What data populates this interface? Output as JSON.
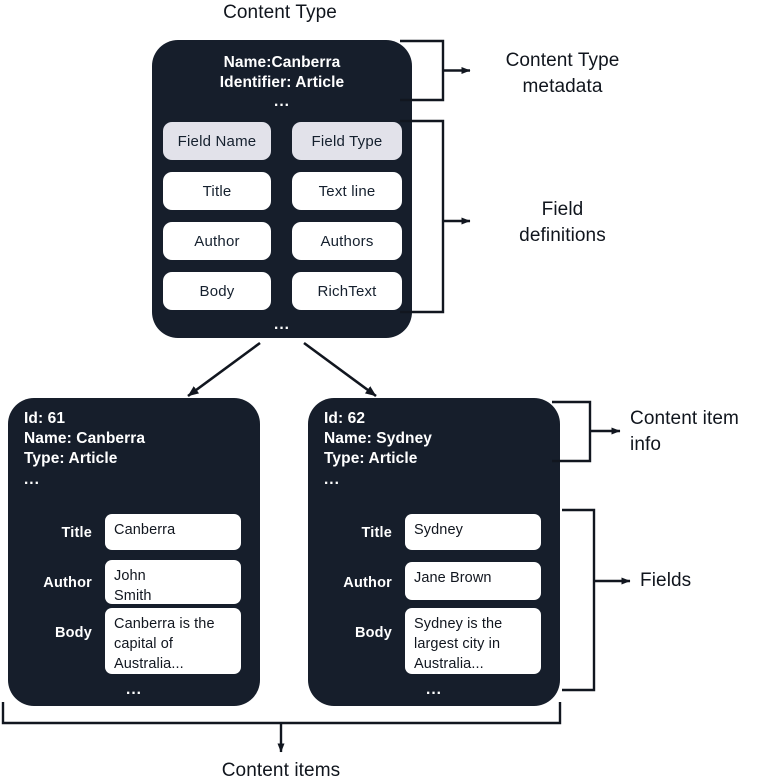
{
  "diagram": {
    "title": "Content Type",
    "bottom_caption": "Content items"
  },
  "content_type": {
    "meta_lines": "Name:Canberra\nIdentifier: Article",
    "meta_ellipsis": "...",
    "bottom_ellipsis": "...",
    "table": {
      "headers": [
        "Field Name",
        "Field Type"
      ],
      "rows": [
        [
          "Title",
          "Text line"
        ],
        [
          "Author",
          "Authors"
        ],
        [
          "Body",
          "RichText"
        ]
      ]
    }
  },
  "annotations": {
    "content_type_metadata": "Content Type\nmetadata",
    "field_definitions": "Field\ndefinitions",
    "content_item_info": "Content item\ninfo",
    "fields": "Fields"
  },
  "content_items": [
    {
      "info": "Id: 61\nName: Canberra\nType: Article",
      "info_ellipsis": "...",
      "bottom_ellipsis": "...",
      "fields": [
        {
          "label": "Title",
          "value": "Canberra"
        },
        {
          "label": "Author",
          "value": "John\nSmith"
        },
        {
          "label": "Body",
          "value": "Canberra is the\ncapital of\nAustralia..."
        }
      ]
    },
    {
      "info": "Id: 62\nName: Sydney\nType: Article",
      "info_ellipsis": "...",
      "bottom_ellipsis": "...",
      "fields": [
        {
          "label": "Title",
          "value": "Sydney"
        },
        {
          "label": "Author",
          "value": "Jane Brown"
        },
        {
          "label": "Body",
          "value": "Sydney is the\nlargest city in\nAustralia..."
        }
      ]
    }
  ],
  "colors": {
    "card_background": "#161e2b",
    "header_chip": "#e2e2ea",
    "value_chip": "#ffffff",
    "stroke": "#11161f",
    "page_background": "#ffffff"
  }
}
